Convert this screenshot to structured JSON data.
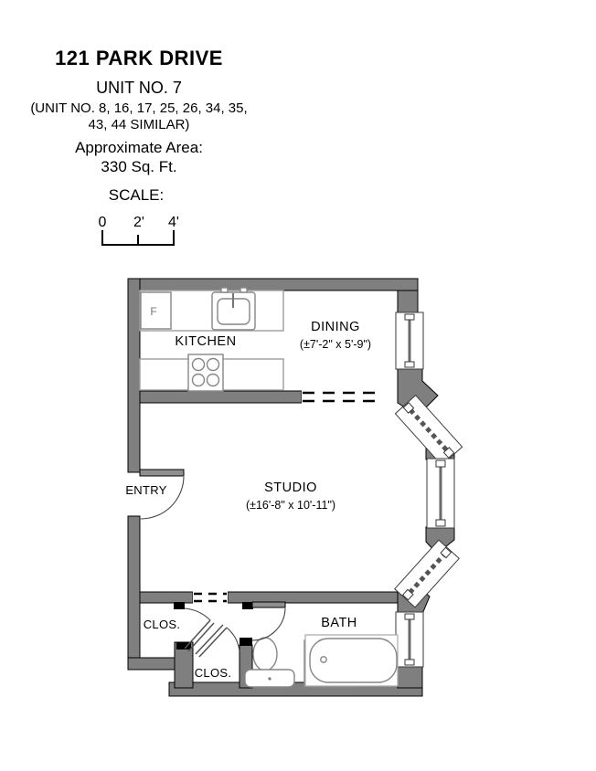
{
  "header": {
    "title": "121 PARK DRIVE",
    "unit": "UNIT NO. 7",
    "similar_units_line1": "(UNIT NO. 8, 16, 17, 25, 26, 34, 35,",
    "similar_units_line2": "43, 44 SIMILAR)",
    "area_label": "Approximate Area:",
    "area_value": "330 Sq. Ft."
  },
  "scale_bar": {
    "label": "SCALE:",
    "ticks": [
      "0",
      "2'",
      "4'"
    ]
  },
  "plan": {
    "wall_color": "#7f7f7f",
    "rooms": {
      "kitchen": {
        "label": "KITCHEN"
      },
      "dining": {
        "label": "DINING",
        "dim": "(±7'-2\" x 5'-9\")"
      },
      "studio": {
        "label": "STUDIO",
        "dim": "(±16'-8\" x 10'-11\")"
      },
      "entry": {
        "label": "ENTRY"
      },
      "closet_upper": {
        "label": "CLOS."
      },
      "closet_lower": {
        "label": "CLOS."
      },
      "bath": {
        "label": "BATH"
      }
    },
    "fixtures": {
      "refrigerator": "F"
    }
  }
}
